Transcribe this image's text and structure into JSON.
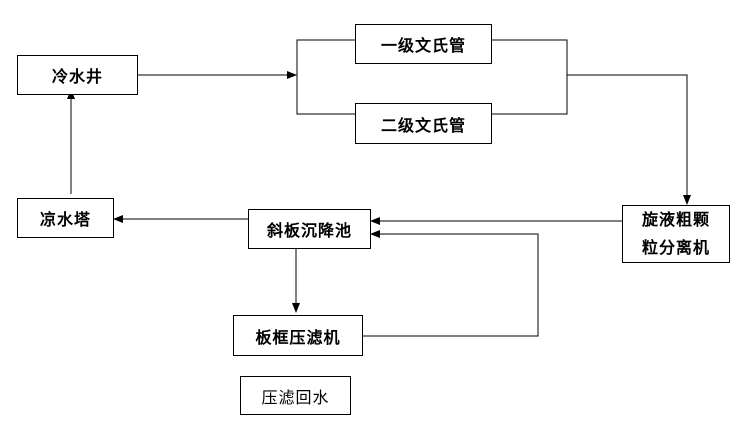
{
  "nodes": {
    "cooling_well": "冷水井",
    "venturi_1": "一级文氏管",
    "venturi_2": "二级文氏管",
    "cooling_tower": "凉水塔",
    "inclined_plate_tank": "斜板沉降池",
    "cyclone_separator_line1": "旋液粗颗",
    "cyclone_separator_line2": "粒分离机",
    "plate_frame_filter": "板框压滤机",
    "filter_return_water": "压滤回水"
  }
}
